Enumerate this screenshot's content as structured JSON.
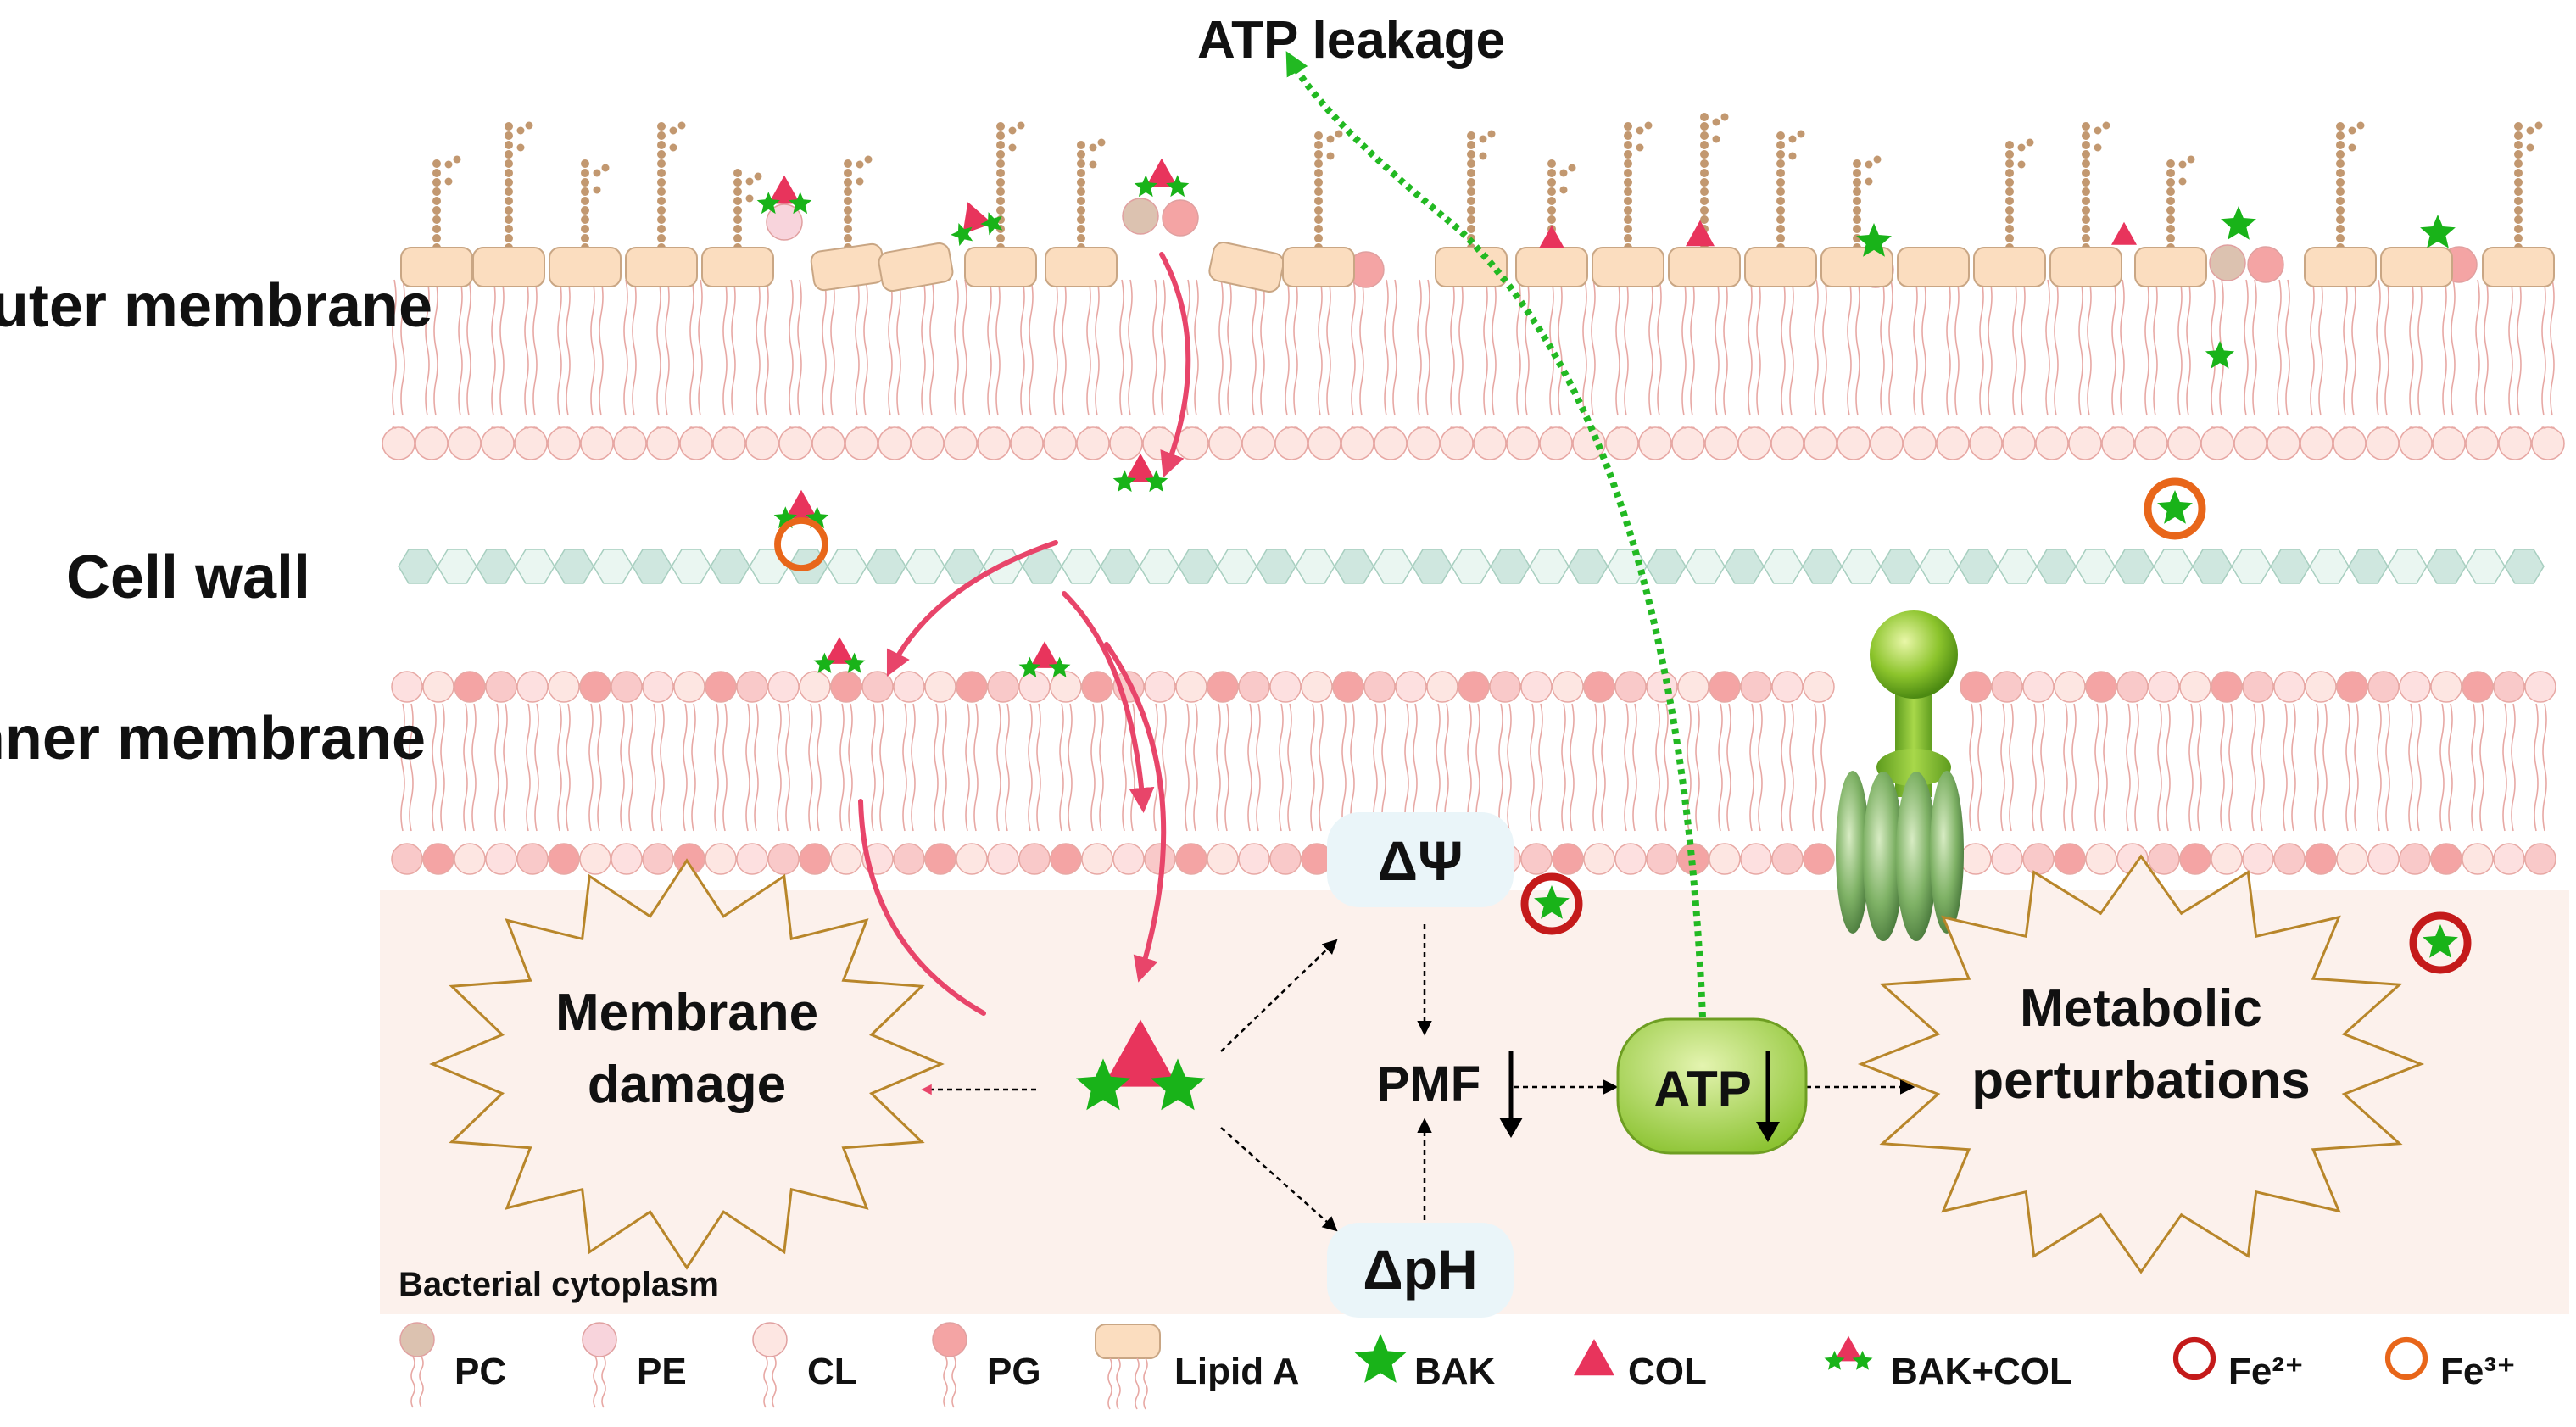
{
  "title": "ATP leakage",
  "regions": {
    "outer": "Outer membrane",
    "wall": "Cell wall",
    "inner": "Inner membrane",
    "cytoplasm": "Bacterial cytoplasm"
  },
  "nodes": {
    "psi": "ΔΨ",
    "ph": "ΔpH",
    "pmf": "PMF",
    "atp": "ATP",
    "damage_line1": "Membrane",
    "damage_line2": "damage",
    "meta_line1": "Metabolic",
    "meta_line2": "perturbations"
  },
  "legend": [
    {
      "label": "PC",
      "icon": "pc-lipid-icon",
      "color": "#dcc2b0"
    },
    {
      "label": "PE",
      "icon": "pe-lipid-icon",
      "color": "#f8d4dc"
    },
    {
      "label": "CL",
      "icon": "cl-lipid-icon",
      "color": "#fde6e2"
    },
    {
      "label": "PG",
      "icon": "pg-lipid-icon",
      "color": "#f4a4a4"
    },
    {
      "label": "Lipid A",
      "icon": "lipid-a-icon",
      "color": "#fbddbf"
    },
    {
      "label": "BAK",
      "icon": "star-icon",
      "color": "#19b319"
    },
    {
      "label": "COL",
      "icon": "triangle-icon",
      "color": "#e8345c"
    },
    {
      "label": "BAK+COL",
      "icon": "complex-icon",
      "color": "#e8345c"
    },
    {
      "label": "Fe²⁺",
      "icon": "ring-icon",
      "color": "#c41a1a"
    },
    {
      "label": "Fe³⁺",
      "icon": "ring-icon",
      "color": "#e8661a"
    }
  ],
  "colors": {
    "star": "#19b319",
    "col": "#e8345c",
    "arrow_red": "#e8456a",
    "atp_leak": "#22b922",
    "fe2": "#c41a1a",
    "fe3": "#e8661a",
    "cytoplasm": "#fcf1ec",
    "burst_stroke": "#b8862a",
    "wall": "#cfe7df",
    "atp_fill": "#9ccf3a"
  }
}
